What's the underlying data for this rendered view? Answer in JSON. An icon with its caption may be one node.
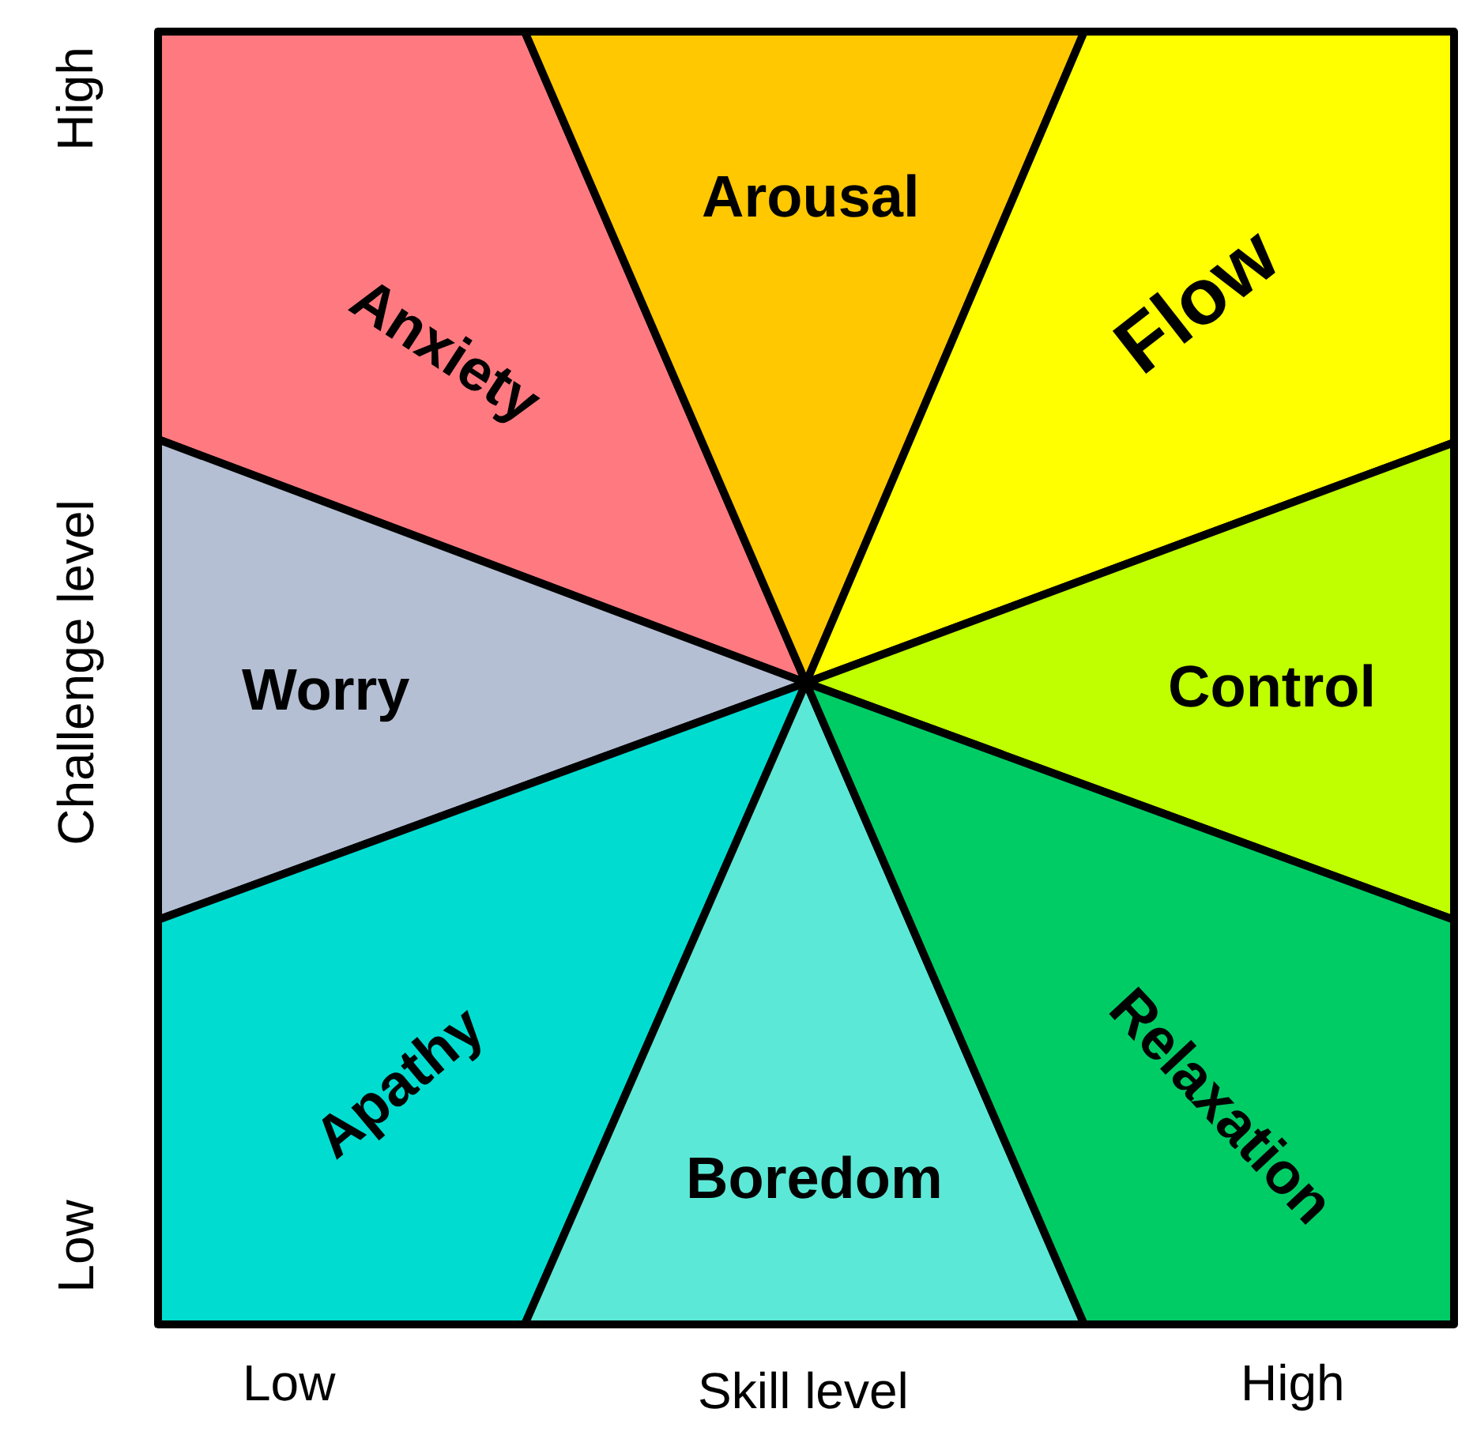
{
  "diagram": {
    "nodes": [
      {
        "text": [
          "Anxiety"
        ]
      },
      {
        "text": [
          "Arousal"
        ]
      },
      {
        "text": [
          "Flow"
        ]
      },
      {
        "text": [
          "Worry"
        ]
      },
      {
        "text": [
          "Control"
        ]
      },
      {
        "text": [
          "Apathy"
        ]
      },
      {
        "text": [
          "Boredom"
        ]
      },
      {
        "text": [
          "Relaxation"
        ]
      }
    ],
    "edges": [],
    "labels": [
      "High",
      "Challenge level",
      "Low",
      "Low",
      "Skill level",
      "High"
    ]
  }
}
